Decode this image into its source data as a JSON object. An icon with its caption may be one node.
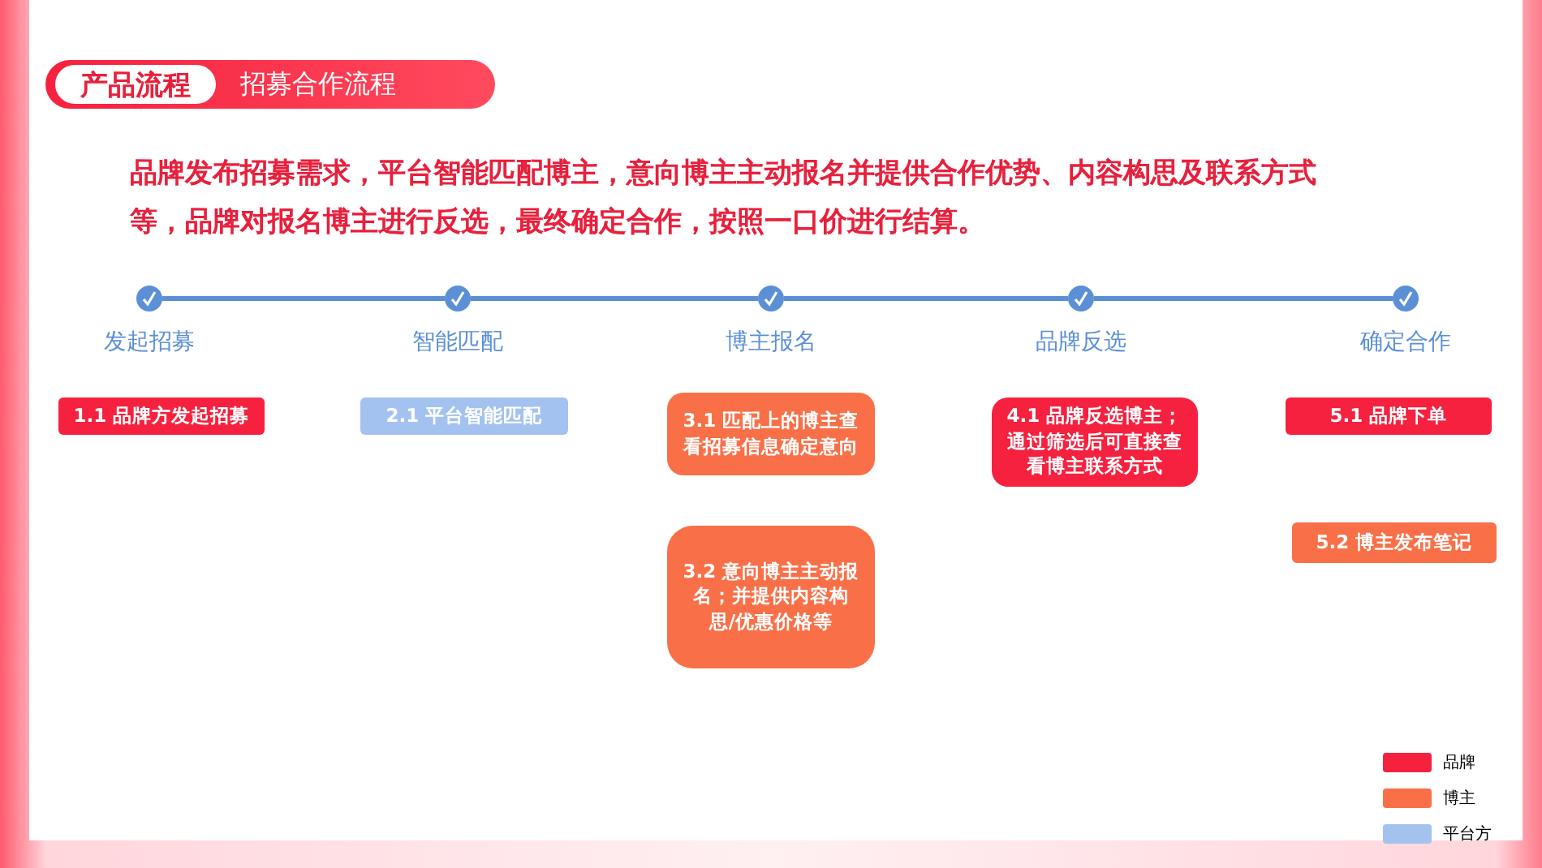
{
  "diagram": {
    "title": "产品流程",
    "nodes": [
      {
        "text": [],
        "shape": "circle",
        "beside": [
          "发起招募"
        ]
      },
      {
        "text": [],
        "shape": "circle",
        "beside": [
          "智能匹配"
        ]
      },
      {
        "text": [],
        "shape": "circle",
        "beside": [
          "博主报名"
        ]
      },
      {
        "text": [],
        "shape": "circle",
        "beside": [
          "品牌反选"
        ]
      },
      {
        "text": [],
        "shape": "circle",
        "beside": [
          "确定合作"
        ]
      },
      {
        "text": [
          "1.1 品牌方发起招募"
        ]
      },
      {
        "text": [
          "2.1 平台智能匹配"
        ]
      },
      {
        "text": [
          "3.1 匹配上的博主查看招募信息确定意向"
        ]
      },
      {
        "text": [
          "3.2 意向博主主动报名；并提供内容构思/优惠价格等"
        ]
      },
      {
        "text": [
          "4.1 品牌反选博主；通过筛选后可直接查看博主联系方式"
        ]
      },
      {
        "text": [
          "5.1 品牌下单"
        ]
      },
      {
        "text": [
          "5.2 博主发布笔记"
        ]
      }
    ],
    "edges": [
      {
        "from": 0,
        "to": 1,
        "arrow": "none"
      },
      {
        "from": 1,
        "to": 2,
        "arrow": "none"
      },
      {
        "from": 2,
        "to": 3,
        "arrow": "none"
      },
      {
        "from": 3,
        "to": 4,
        "arrow": "none"
      }
    ],
    "labels": [
      "招募合作流程",
      "品牌发布招募需求，平台智能匹配博主，意向博主主动报名并提供合作优势、内容构思及联系方式等，品牌对报名博主进行反选，最终确定合作，按照一口价进行结算。"
    ],
    "legend": [
      {
        "text": "品牌",
        "color": "#f5213f"
      },
      {
        "text": "博主",
        "color": "#f97048"
      },
      {
        "text": "平台方",
        "color": "#a4c2ef"
      }
    ]
  }
}
